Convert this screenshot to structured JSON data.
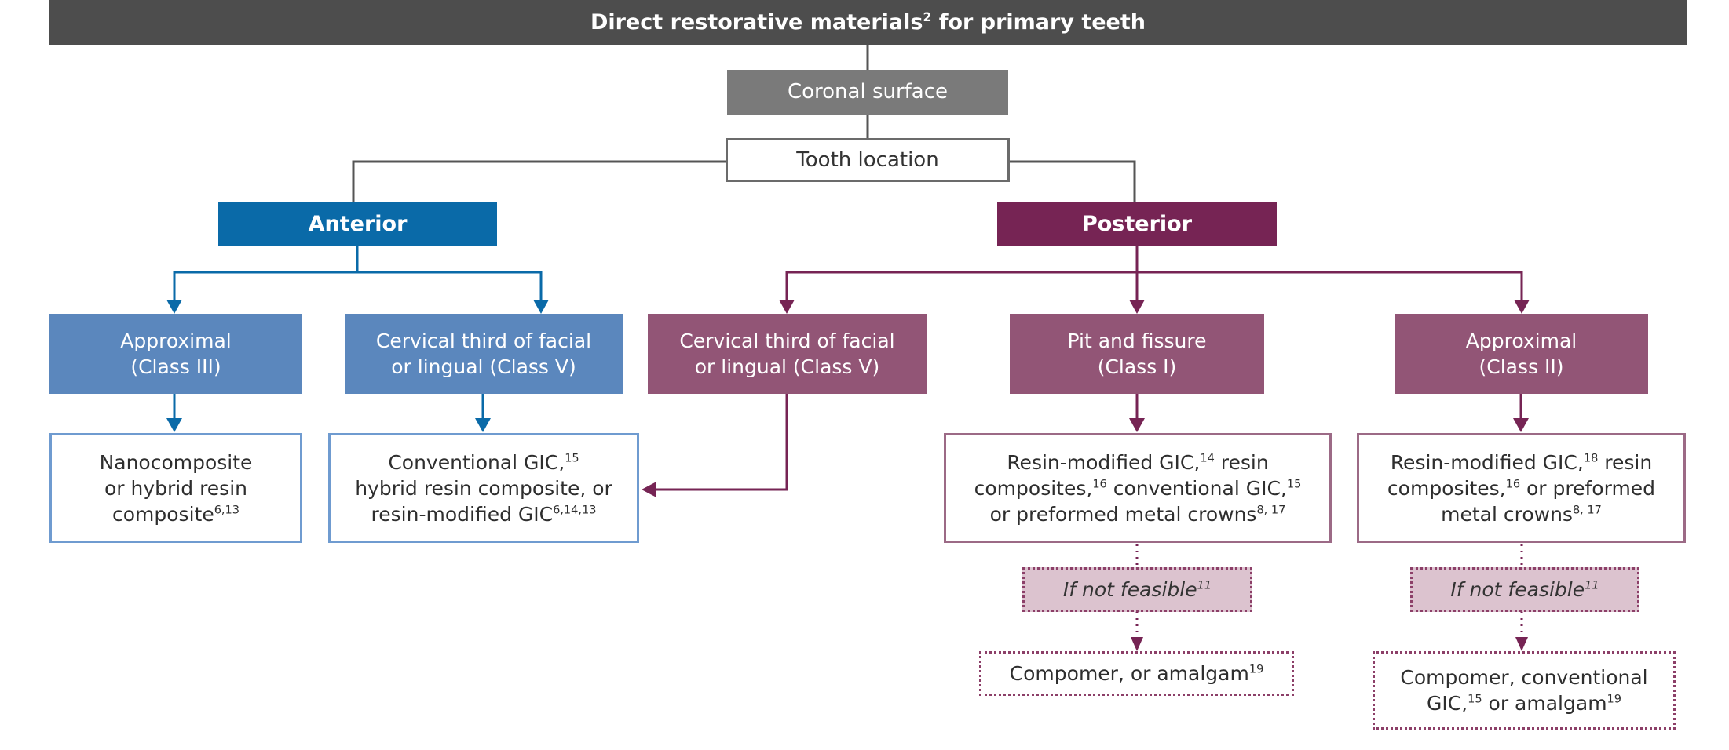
{
  "title": {
    "text": "Direct restorative materials",
    "sup": "2",
    "text2": " for primary teeth"
  },
  "coronal": {
    "label": "Coronal surface"
  },
  "tooth_location": {
    "label": "Tooth location"
  },
  "anterior": {
    "label": "Anterior",
    "color": "#0a6aa8",
    "categories": [
      {
        "line1": "Approximal",
        "line2": "(Class III)"
      },
      {
        "line1": "Cervical third of facial",
        "line2": "or lingual (Class V)"
      }
    ],
    "results": [
      {
        "segments": [
          {
            "t": "Nanocomposite"
          },
          {
            "br": true
          },
          {
            "t": "or hybrid resin"
          },
          {
            "br": true
          },
          {
            "t": "composite"
          },
          {
            "sup": "6,13"
          }
        ]
      },
      {
        "segments": [
          {
            "t": "Conventional GIC,"
          },
          {
            "sup": "15"
          },
          {
            "br": true
          },
          {
            "t": "hybrid resin composite, or"
          },
          {
            "br": true
          },
          {
            "t": "resin-modified GIC"
          },
          {
            "sup": "6,14,13"
          }
        ]
      }
    ]
  },
  "posterior": {
    "label": "Posterior",
    "color": "#762454",
    "categories": [
      {
        "line1": "Cervical third of facial",
        "line2": "or lingual (Class V)"
      },
      {
        "line1": "Pit and fissure",
        "line2": "(Class I)"
      },
      {
        "line1": "Approximal",
        "line2": "(Class II)"
      }
    ],
    "results": [
      {
        "segments": [
          {
            "t": "Resin-modified GIC,"
          },
          {
            "sup": "14"
          },
          {
            "t": " resin"
          },
          {
            "br": true
          },
          {
            "t": "composites,"
          },
          {
            "sup": "16"
          },
          {
            "t": " conventional GIC,"
          },
          {
            "sup": "15"
          },
          {
            "br": true
          },
          {
            "t": "or preformed metal crowns"
          },
          {
            "sup": "8, 17"
          }
        ]
      },
      {
        "segments": [
          {
            "t": "Resin-modified GIC,"
          },
          {
            "sup": "18"
          },
          {
            "t": " resin"
          },
          {
            "br": true
          },
          {
            "t": "composites,"
          },
          {
            "sup": "16"
          },
          {
            "t": " or preformed"
          },
          {
            "br": true
          },
          {
            "t": "metal crowns"
          },
          {
            "sup": "8, 17"
          }
        ]
      }
    ],
    "if_not_feasible": [
      {
        "text": "If not feasible",
        "sup": "11"
      },
      {
        "text": "If not feasible",
        "sup": "11"
      }
    ],
    "alternatives": [
      {
        "segments": [
          {
            "t": "Compomer, or amalgam"
          },
          {
            "sup": "19"
          }
        ]
      },
      {
        "segments": [
          {
            "t": "Compomer, conventional"
          },
          {
            "br": true
          },
          {
            "t": "GIC,"
          },
          {
            "sup": "15"
          },
          {
            "t": " or amalgam"
          },
          {
            "sup": "19"
          }
        ]
      }
    ]
  },
  "colors": {
    "header_bg": "#4d4d4d",
    "coronal_bg": "#7a7a7a",
    "anterior_light": "#5b87bd",
    "anterior_line": "#0a6aa8",
    "posterior_light": "#925576",
    "posterior_line": "#762454",
    "not_feasible_bg": "#dcc3cf"
  }
}
